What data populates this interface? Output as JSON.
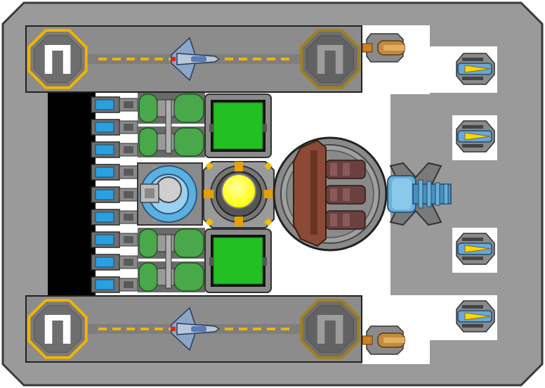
{
  "hangar": {
    "pad_glyph": "Π",
    "pad_count": 2
  },
  "ship_layout": {
    "docking_bays": [
      "top",
      "bottom"
    ],
    "fighter_icon": "fighter-icon",
    "turret_icon": "turret-icon",
    "cannon_icon": "missile-cannon-icon",
    "reactor_icon": "reactor-icon",
    "engine_icon": "engine-icon"
  },
  "colors": {
    "hull": "#9a9a9a",
    "hull_edge": "#3a3a3a",
    "runway": "#8c8c8c",
    "runway_line": "#f0b400",
    "pad_ring": "#f0b400",
    "pad_ring_dark": "#a08020",
    "storage_green": "#22c022",
    "reactor_yellow": "#ffff00",
    "thruster_blue": "#2aa0e0",
    "tank_green": "#49a84a",
    "cannon_brown": "#8a4a35"
  }
}
